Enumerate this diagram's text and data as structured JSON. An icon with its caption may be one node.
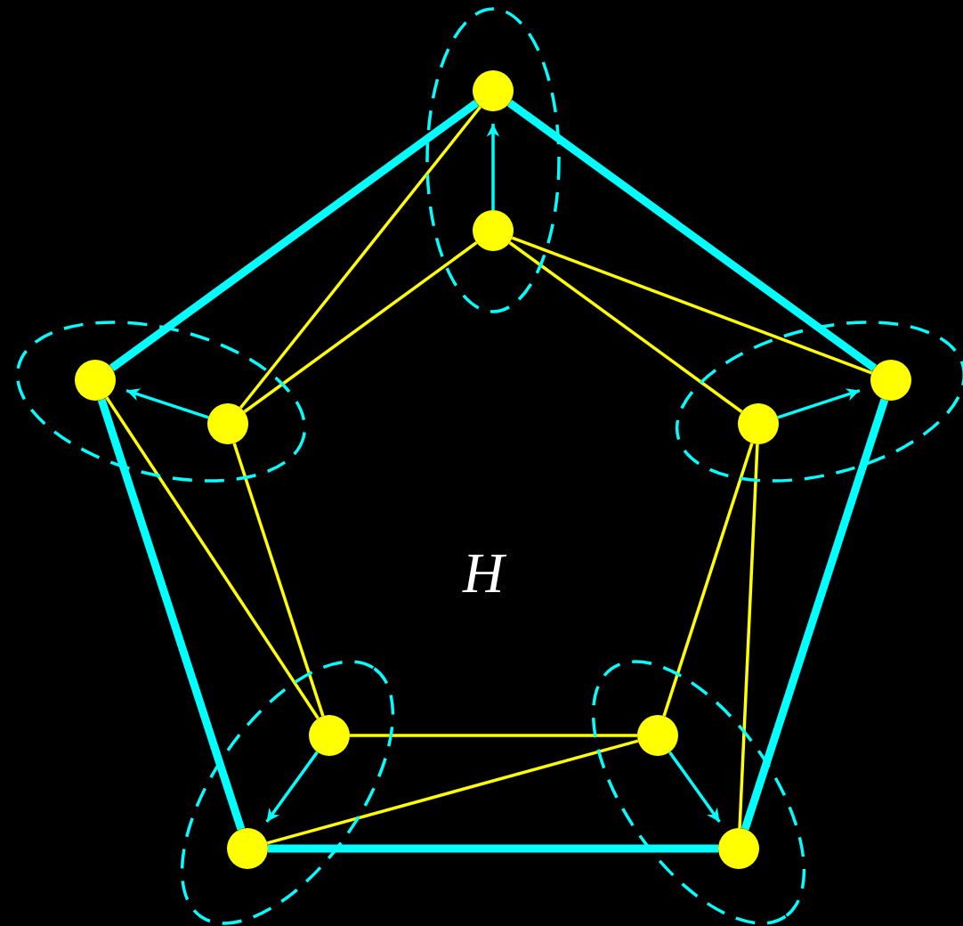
{
  "diagram": {
    "nodes": [
      {
        "text": [],
        "shape": "ellipse"
      },
      {
        "text": [],
        "shape": "circle",
        "in": 0
      },
      {
        "text": [],
        "shape": "circle",
        "in": 0
      },
      {
        "text": [],
        "shape": "ellipse"
      },
      {
        "text": [],
        "shape": "circle",
        "in": 3
      },
      {
        "text": [],
        "shape": "circle",
        "in": 3
      },
      {
        "text": [],
        "shape": "ellipse"
      },
      {
        "text": [],
        "shape": "circle",
        "in": 6
      },
      {
        "text": [],
        "shape": "circle",
        "in": 6
      },
      {
        "text": [],
        "shape": "ellipse"
      },
      {
        "text": [],
        "shape": "circle",
        "in": 9
      },
      {
        "text": [],
        "shape": "circle",
        "in": 9
      },
      {
        "text": [],
        "shape": "ellipse"
      },
      {
        "text": [],
        "shape": "circle",
        "in": 12
      },
      {
        "text": [],
        "shape": "circle",
        "in": 12
      }
    ],
    "edges": [
      {
        "from": 1,
        "to": 4,
        "arrow": "none",
        "style": "thick",
        "color": "#00ffff"
      },
      {
        "from": 1,
        "to": 7,
        "arrow": "none",
        "style": "thick",
        "color": "#00ffff"
      },
      {
        "from": 4,
        "to": 10,
        "arrow": "none",
        "style": "thick",
        "color": "#00ffff"
      },
      {
        "from": 7,
        "to": 13,
        "arrow": "none",
        "style": "thick",
        "color": "#00ffff"
      },
      {
        "from": 10,
        "to": 13,
        "arrow": "none",
        "style": "thick",
        "color": "#00ffff"
      },
      {
        "from": 2,
        "to": 1,
        "arrow": "to",
        "color": "#00ffff"
      },
      {
        "from": 5,
        "to": 4,
        "arrow": "to",
        "color": "#00ffff"
      },
      {
        "from": 8,
        "to": 7,
        "arrow": "to",
        "color": "#00ffff"
      },
      {
        "from": 11,
        "to": 10,
        "arrow": "to",
        "color": "#00ffff"
      },
      {
        "from": 14,
        "to": 13,
        "arrow": "to",
        "color": "#00ffff"
      },
      {
        "from": 1,
        "to": 5,
        "arrow": "none",
        "color": "#ffff00"
      },
      {
        "from": 2,
        "to": 5,
        "arrow": "none",
        "color": "#ffff00"
      },
      {
        "from": 2,
        "to": 7,
        "arrow": "none",
        "color": "#ffff00"
      },
      {
        "from": 2,
        "to": 8,
        "arrow": "none",
        "color": "#ffff00"
      },
      {
        "from": 4,
        "to": 11,
        "arrow": "none",
        "color": "#ffff00"
      },
      {
        "from": 5,
        "to": 11,
        "arrow": "none",
        "color": "#ffff00"
      },
      {
        "from": 8,
        "to": 14,
        "arrow": "none",
        "color": "#ffff00"
      },
      {
        "from": 8,
        "to": 13,
        "arrow": "none",
        "color": "#ffff00"
      },
      {
        "from": 11,
        "to": 14,
        "arrow": "none",
        "color": "#ffff00"
      },
      {
        "from": 14,
        "to": 10,
        "arrow": "none",
        "color": "#ffff00"
      }
    ],
    "labels": [
      "H"
    ]
  }
}
